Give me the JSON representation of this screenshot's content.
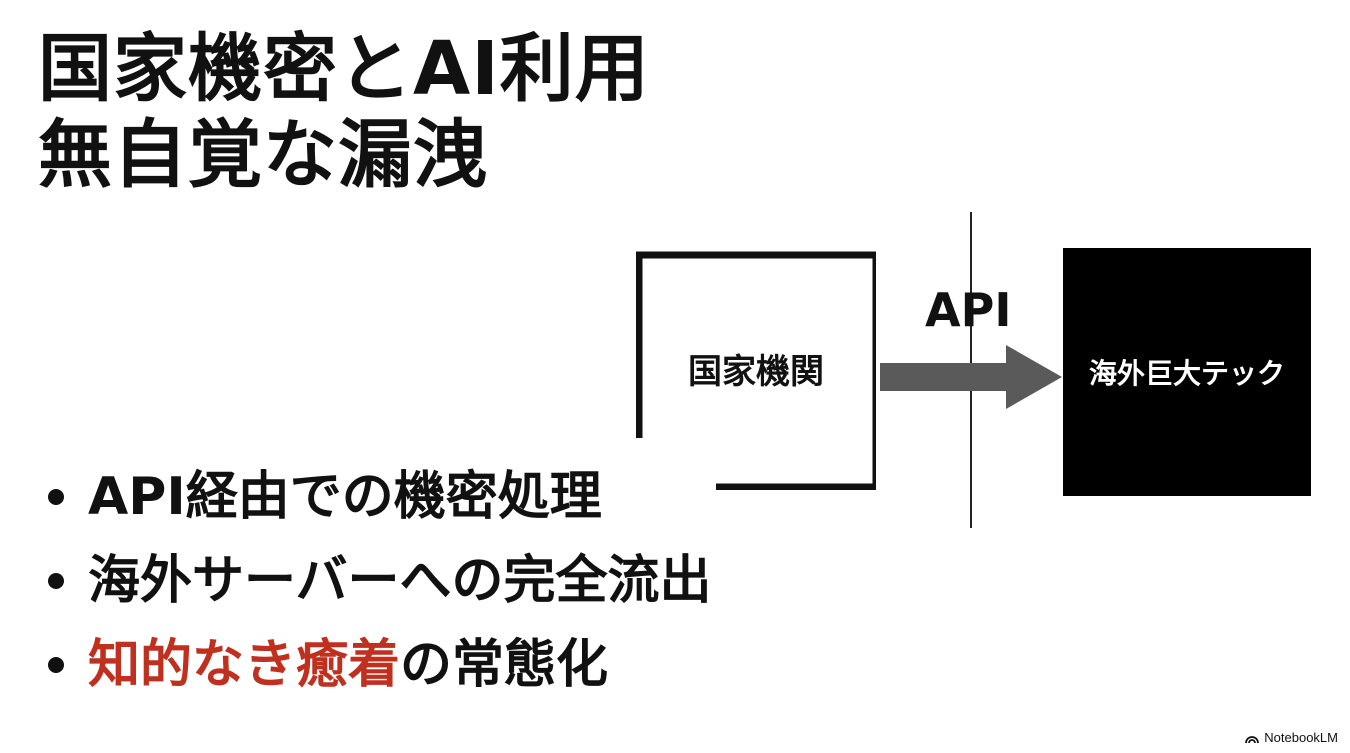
{
  "title": {
    "line1": "国家機密とAI利用",
    "line2": "無自覚な漏洩"
  },
  "diagram": {
    "agency_label": "国家機関",
    "api_label": "API",
    "tech_label": "海外巨大テック"
  },
  "bullets": [
    {
      "text": "API経由での機密処理"
    },
    {
      "text": "海外サーバーへの完全流出"
    },
    {
      "accent": "知的なき癒着",
      "text": "の常態化"
    }
  ],
  "colors": {
    "accent": "#c0301f",
    "text": "#111111",
    "arrow": "#5a5a5a"
  },
  "watermark": {
    "icon": "notebooklm-icon",
    "label": "NotebookLM"
  }
}
